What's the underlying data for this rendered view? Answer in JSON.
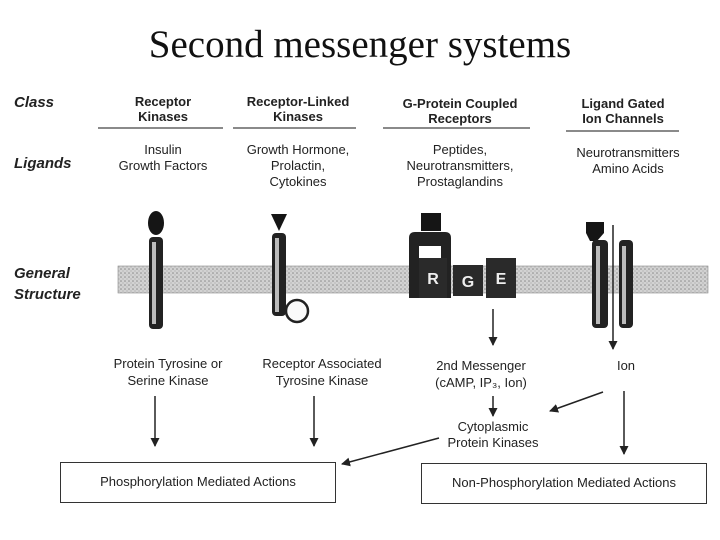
{
  "title": "Second messenger systems",
  "row_labels": {
    "class": "Class",
    "ligands": "Ligands",
    "general_structure": [
      "General",
      "Structure"
    ]
  },
  "columns": [
    {
      "class_name": [
        "Receptor",
        "Kinases"
      ],
      "ligands": [
        "Insulin",
        "Growth Factors"
      ],
      "output": [
        "Protein Tyrosine or",
        "Serine Kinase"
      ]
    },
    {
      "class_name": [
        "Receptor-Linked",
        "Kinases"
      ],
      "ligands": [
        "Growth Hormone,",
        "Prolactin,",
        "Cytokines"
      ],
      "output": [
        "Receptor Associated",
        "Tyrosine Kinase"
      ]
    },
    {
      "class_name": [
        "G-Protein Coupled",
        "Receptors"
      ],
      "ligands": [
        "Peptides,",
        "Neurotransmitters,",
        "Prostaglandins"
      ],
      "output": [
        "2nd Messenger",
        "(cAMP, IP₃, Ion)"
      ]
    },
    {
      "class_name": [
        "Ligand Gated",
        "Ion Channels"
      ],
      "ligands": [
        "Neurotransmitters",
        "Amino Acids"
      ],
      "output": [
        "Ion"
      ]
    }
  ],
  "gprotein_letters": [
    "R",
    "G",
    "E"
  ],
  "intermediate": [
    "Cytoplasmic",
    "Protein Kinases"
  ],
  "outcome_boxes": {
    "phosphorylation": "Phosphorylation Mediated Actions",
    "non_phosphorylation": "Non-Phosphorylation Mediated Actions"
  }
}
